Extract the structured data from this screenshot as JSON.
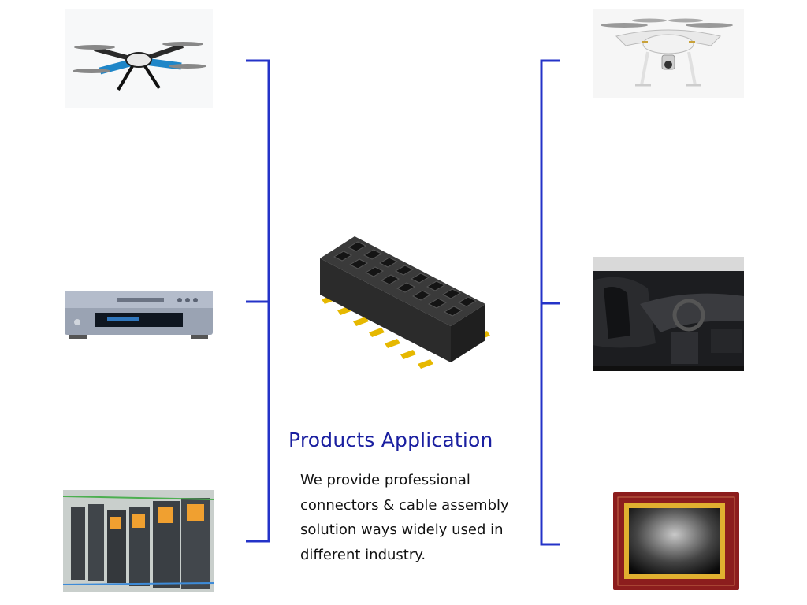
{
  "heading": "Products Application",
  "description": {
    "lines": [
      "We provide professional",
      "connectors & cable assembly",
      "solution ways widely used in",
      "different industry."
    ]
  },
  "images": {
    "left": [
      "quadcopter-drone-blue",
      "dvd-player",
      "industrial-inverter-cabinet"
    ],
    "right": [
      "camera-drone-white",
      "car-interior",
      "lcd-display-panel"
    ],
    "center": "smt-female-header-connector"
  },
  "colors": {
    "accent": "#2433c8",
    "heading": "#1a1fa0",
    "connector_body": "#2b2b2b",
    "connector_pins": "#e6b800"
  }
}
